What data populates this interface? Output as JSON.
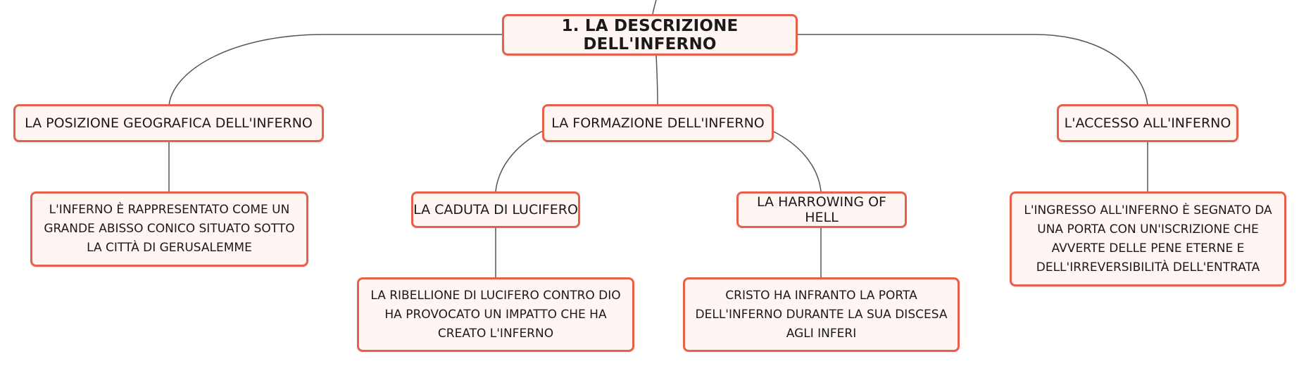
{
  "colors": {
    "node_border": "#e8604c",
    "node_fill": "#fff5f2",
    "connector": "#555555"
  },
  "root": {
    "label": "1. LA DESCRIZIONE DELL'INFERNO"
  },
  "branches": [
    {
      "label": "LA POSIZIONE GEOGRAFICA DELL'INFERNO",
      "children": [
        {
          "label": "L'INFERNO È RAPPRESENTATO COME UN GRANDE ABISSO CONICO SITUATO SOTTO LA CITTÀ DI GERUSALEMME"
        }
      ]
    },
    {
      "label": "LA FORMAZIONE DELL'INFERNO",
      "children": [
        {
          "label": "LA CADUTA DI LUCIFERO",
          "children": [
            {
              "label": "LA RIBELLIONE DI LUCIFERO CONTRO DIO HA PROVOCATO UN IMPATTO CHE HA CREATO L'INFERNO"
            }
          ]
        },
        {
          "label": "LA HARROWING OF HELL",
          "children": [
            {
              "label": "CRISTO HA INFRANTO LA PORTA DELL'INFERNO DURANTE LA SUA DISCESA AGLI INFERI"
            }
          ]
        }
      ]
    },
    {
      "label": "L'ACCESSO ALL'INFERNO",
      "children": [
        {
          "label": "L'INGRESSO ALL'INFERNO È SEGNATO DA UNA PORTA CON UN'ISCRIZIONE CHE AVVERTE DELLE PENE ETERNE E DELL'IRREVERSIBILITÀ DELL'ENTRATA"
        }
      ]
    }
  ]
}
